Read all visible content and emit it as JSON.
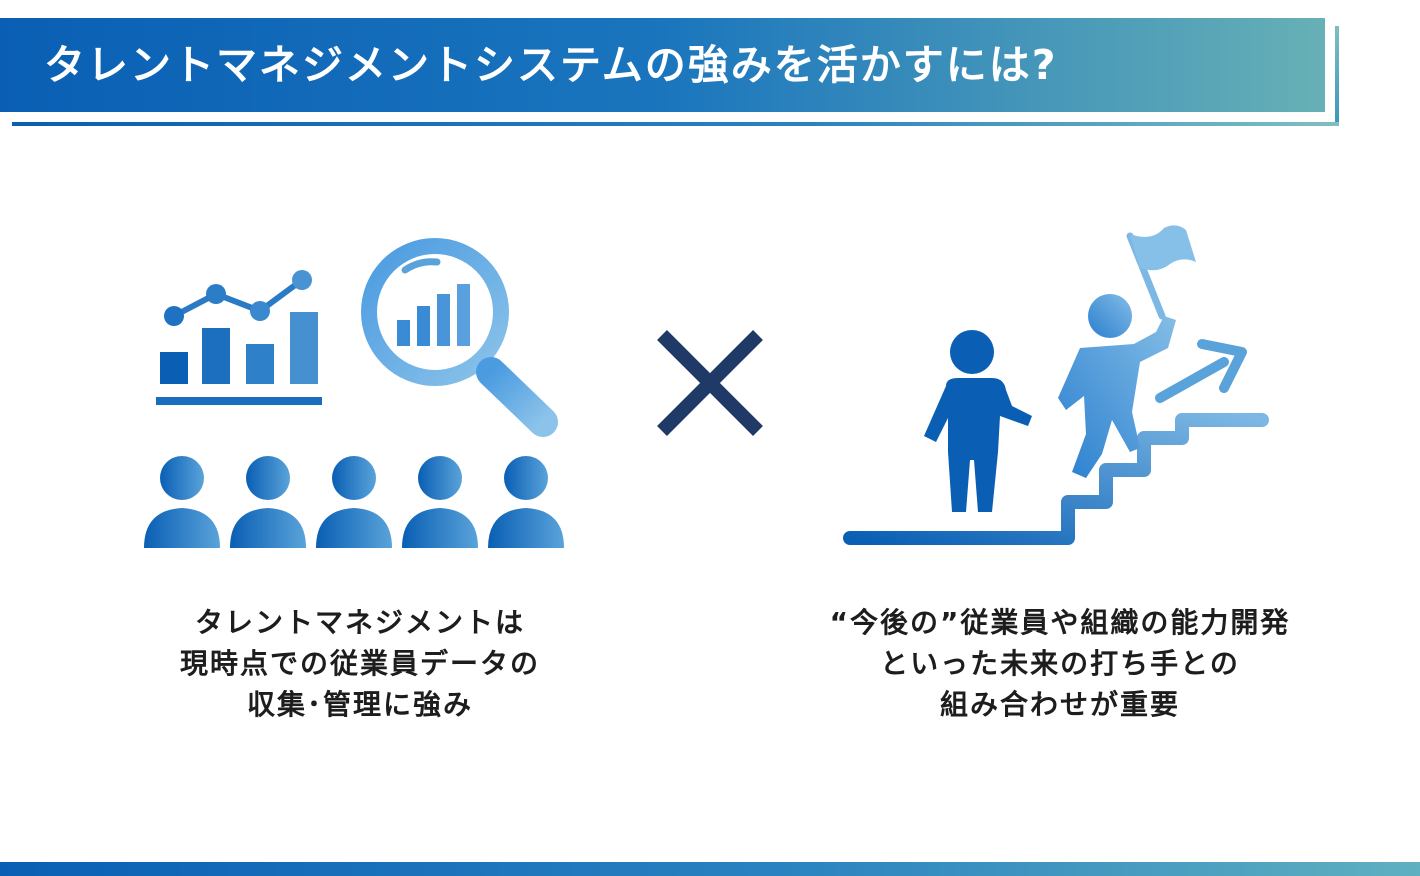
{
  "title": "タレントマネジメントシステムの強みを活かすには?",
  "left_caption": {
    "lines": [
      "タレントマネジメントは",
      "現時点での従業員データの",
      "収集･管理に強み"
    ]
  },
  "right_caption": {
    "lines": [
      "“今後の”従業員や組織の能力開発",
      "といった未来の打ち手との",
      "組み合わせが重要"
    ]
  },
  "icons": {
    "left": [
      "bar-line-chart-icon",
      "magnifier-chart-icon",
      "people-group-icon"
    ],
    "right": [
      "person-standing-icon",
      "person-climbing-stairs-flag-icon",
      "upward-arrow-icon"
    ],
    "operator": "multiply-icon"
  },
  "colors": {
    "primary": "#0a5fb4",
    "light": "#7db8e4",
    "cross": "#1f3a66",
    "banner_end": "#67b0b6"
  }
}
